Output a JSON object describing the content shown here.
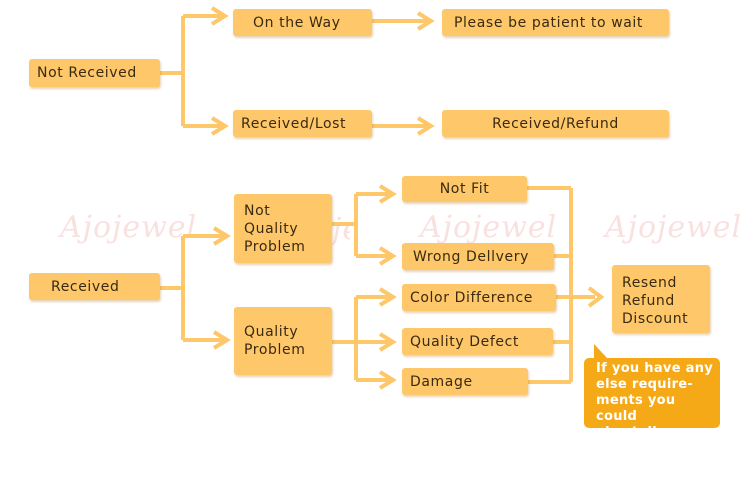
{
  "watermark": "Ajojewel",
  "colors": {
    "box": "#fdc76a",
    "connector": "#fdc76a",
    "note": "#f6a916",
    "text": "#3a2a10"
  },
  "top": {
    "root": "Not Received",
    "branch1": "On the Way",
    "branch1_result": "Please be patient to wait",
    "branch2": "Received/Lost",
    "branch2_result": "Received/Refund"
  },
  "bottom": {
    "root": "Received",
    "not_quality": "Not\nQuality\nProblem",
    "quality": "Quality\nProblem",
    "not_fit": "Not Fit",
    "wrong_delivery": "Wrong Dellvery",
    "color_difference": "Color Difference",
    "quality_defect": "Quality Defect",
    "damage": "Damage",
    "solution": "Resend\nRefund\nDiscount"
  },
  "note": "If you have any\nelse require-\nments you could\nalso tell us"
}
